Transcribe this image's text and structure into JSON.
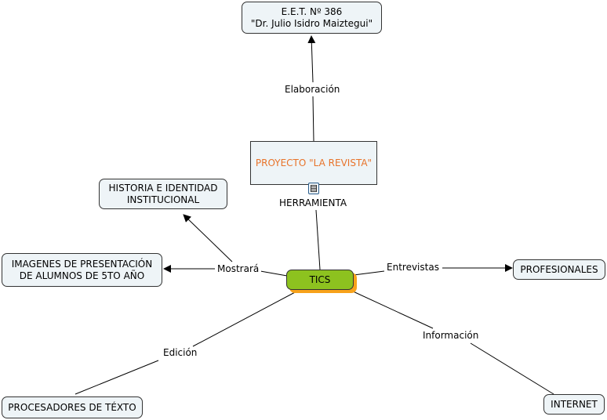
{
  "nodes": {
    "school": "E.E.T. Nº 386\n\"Dr. Julio Isidro Maiztegui\"",
    "project": "PROYECTO \"LA REVISTA\"",
    "history": "HISTORIA E IDENTIDAD\nINSTITUCIONAL",
    "images": "IMAGENES DE PRESENTACIÓN\nDE ALUMNOS DE 5TO AÑO",
    "tics": "TICS",
    "professionals": "PROFESIONALES",
    "word_processors": "PROCESADORES DE TÉXTO",
    "internet": "INTERNET"
  },
  "links": {
    "elaboration": "Elaboración",
    "tool": "HERRAMIENTA",
    "will_show": "Mostrará",
    "interviews": "Entrevistas",
    "edition": "Edición",
    "information": "Información"
  },
  "icons": {
    "project_note": "document-icon"
  }
}
